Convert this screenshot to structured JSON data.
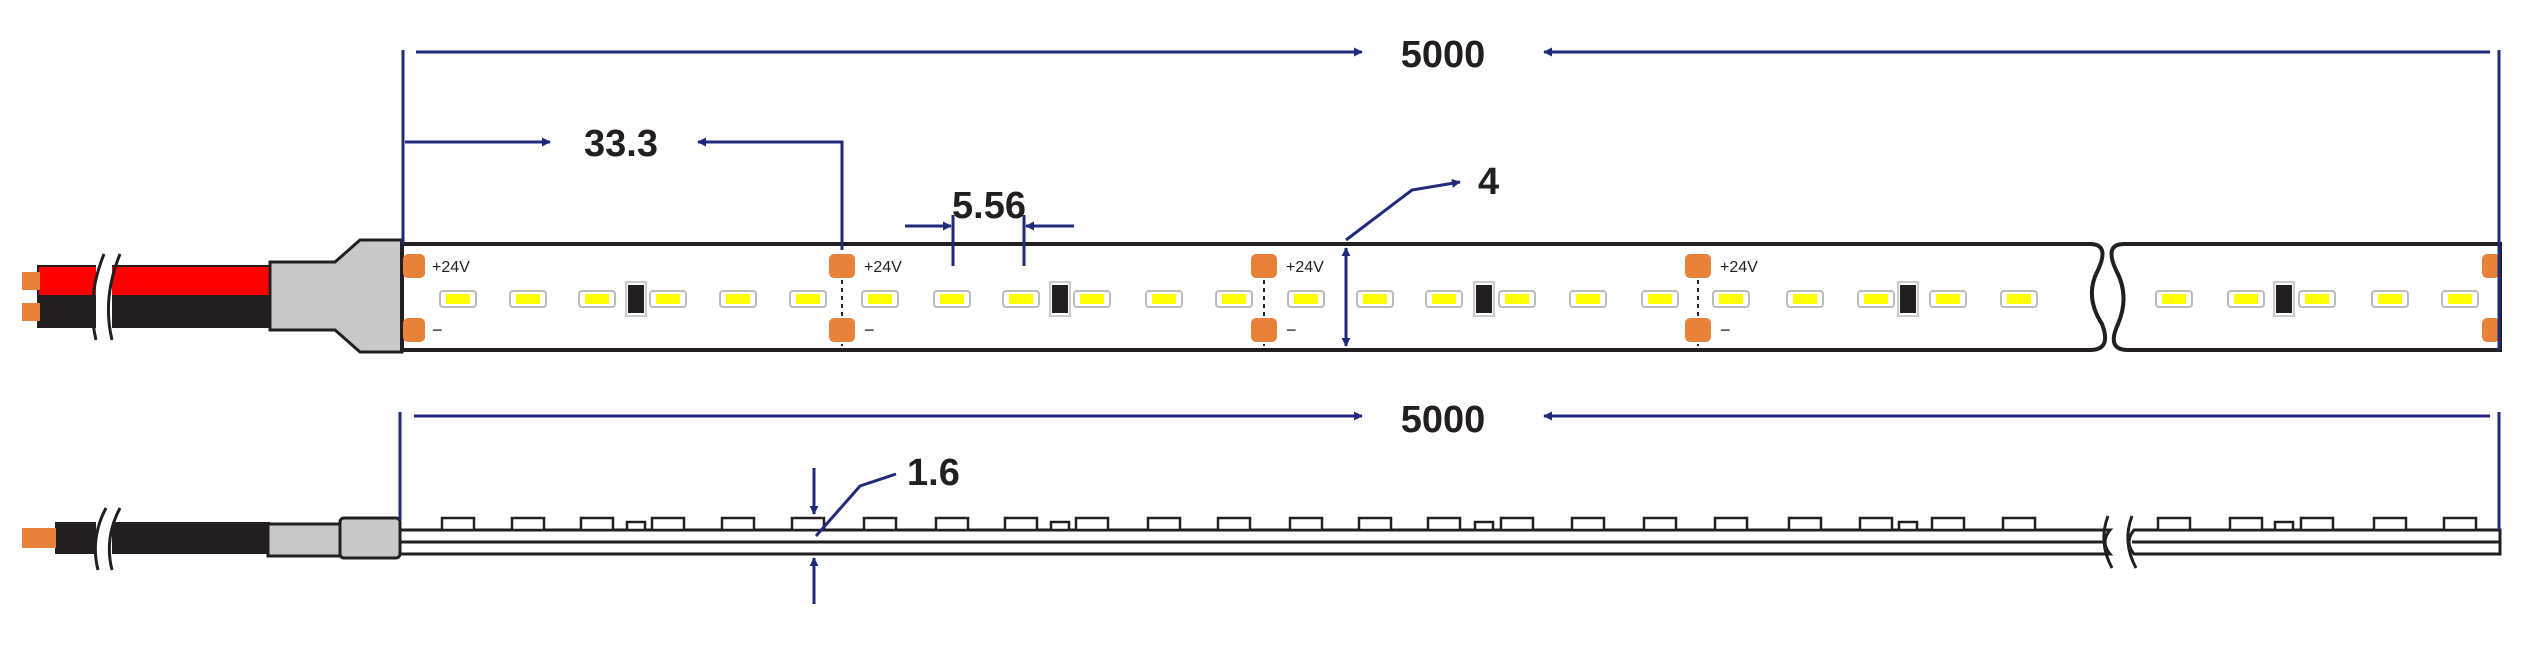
{
  "dimensions": {
    "length_top": "5000",
    "segment": "33.3",
    "led_pitch": "5.56",
    "width": "4",
    "length_side": "5000",
    "thickness": "1.6"
  },
  "pad_labels": {
    "positive": "+24V",
    "negative": "−"
  },
  "colors": {
    "dimension_line": "#1f2a7a",
    "strip_outline": "#231f20",
    "copper_pad": "#e8823a",
    "led_yellow": "#ffff00",
    "wire_red": "#ff0000",
    "wire_black": "#231f20",
    "cable_gray": "#c8c8c8"
  }
}
